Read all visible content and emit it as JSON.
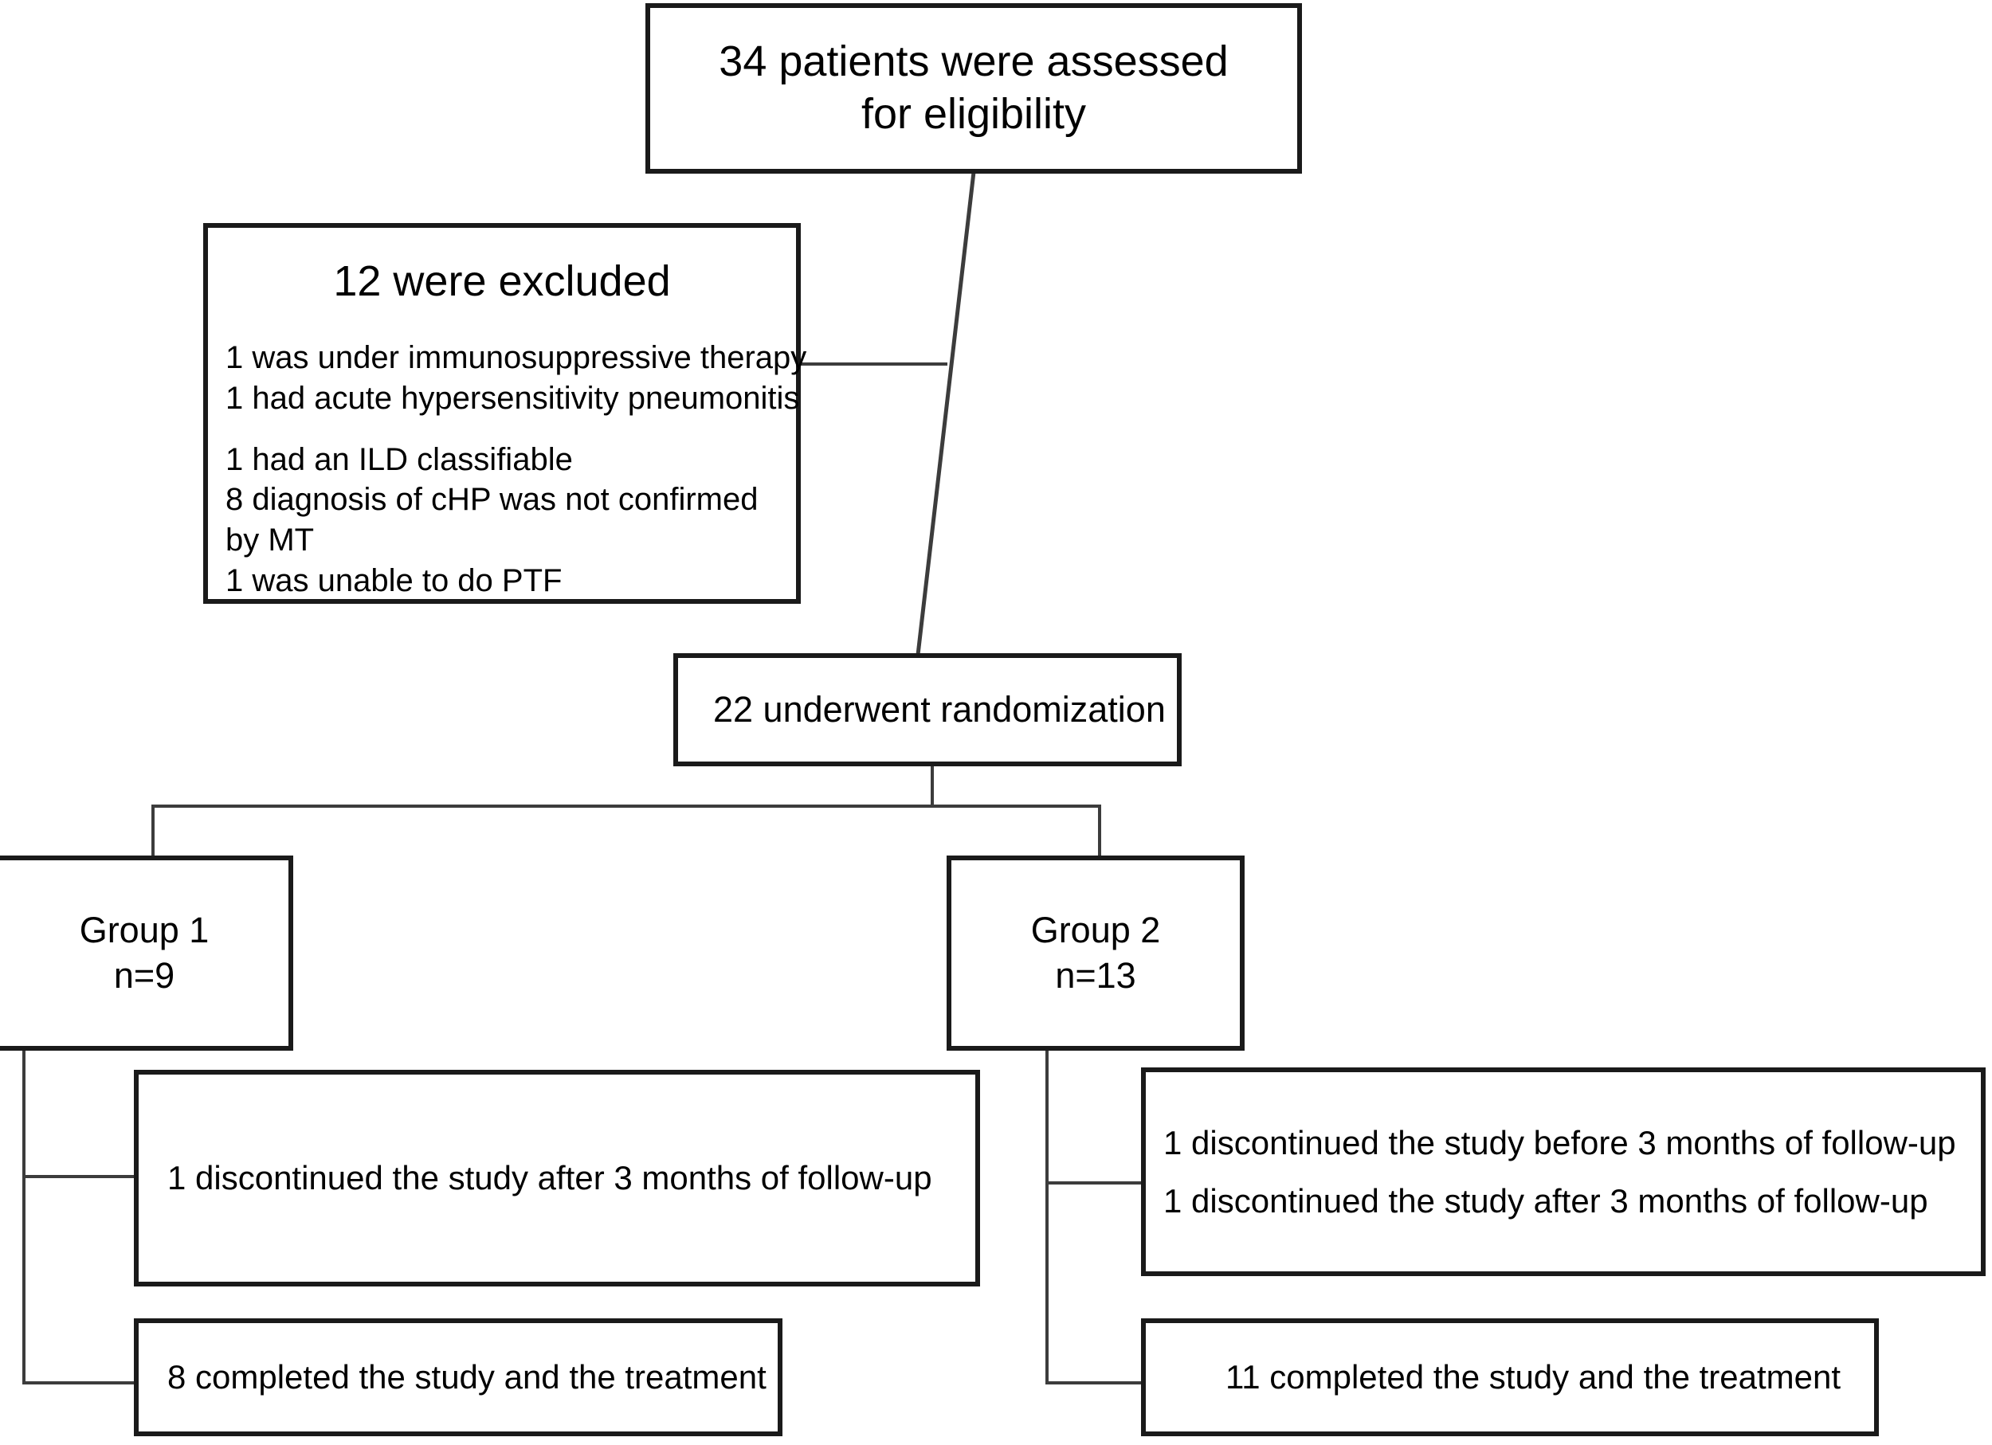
{
  "diagram": {
    "type": "CONSORT participant flow diagram",
    "colors": {
      "box_border": "#1a1a1a",
      "connector": "#3c3c3c",
      "background": "#ffffff",
      "text": "#000000"
    },
    "nodes": {
      "assessed": {
        "line1": "34 patients were assessed",
        "line2": "for eligibility",
        "count": 34
      },
      "excluded": {
        "heading": "12 were excluded",
        "count": 12,
        "reasons_group_a": [
          "1 was under immunosuppressive therapy",
          "1 had acute hypersensitivity pneumonitis"
        ],
        "reasons_group_b": [
          "1 had an ILD classifiable",
          "8 diagnosis of cHP was not confirmed",
          "by MT",
          "1 was unable to do PTF"
        ]
      },
      "randomization": {
        "label": "22 underwent randomization",
        "count": 22
      },
      "group1": {
        "title": "Group 1",
        "n_label": "n=9",
        "n": 9
      },
      "group2": {
        "title": "Group 2",
        "n_label": "n=13",
        "n": 13
      },
      "group1_discontinued": {
        "lines": [
          "1 discontinued the study after 3 months of follow-up"
        ]
      },
      "group2_discontinued": {
        "lines": [
          "1 discontinued the study before 3 months of follow-up",
          "1 discontinued the study after 3 months of follow-up"
        ]
      },
      "group1_completed": {
        "label": "8 completed the study and the treatment",
        "count": 8
      },
      "group2_completed": {
        "label": "11 completed the study and the treatment",
        "count": 11
      }
    }
  }
}
